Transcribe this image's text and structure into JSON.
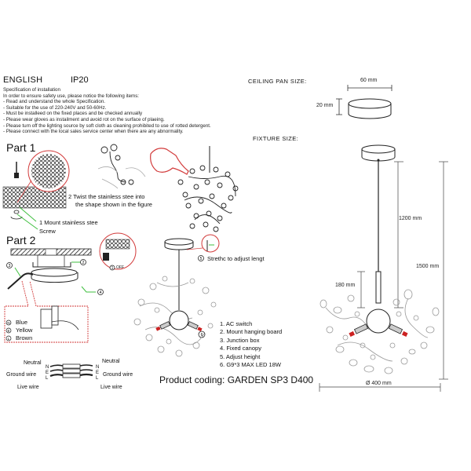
{
  "header": {
    "language": "ENGLISH",
    "ip_rating": "IP20"
  },
  "specification": {
    "title": "Specification of installation",
    "intro": "In order to ensure safety use, please notice the following items:",
    "items": [
      "- Read and understand the whole Specification.",
      "- Suitable for the use of 220-240V and 50-60Hz.",
      "- Must be installeed on the fixed places and be checked annually",
      "- Please wear gloves as instailment and avoid rot on the surface of plaeing.",
      "- Please turn off the lighting source by soft cloth as cleaning prohibited to use of rotted detergent.",
      "- Please connect with the local sales service center when there are any abnormality."
    ]
  },
  "ceiling_pan": {
    "heading": "CEILING PAN  SIZE:",
    "width": "60 mm",
    "height": "20 mm"
  },
  "fixture": {
    "heading": "FIXTURE SIZE:",
    "cable_length": "1200 mm",
    "total_height": "1500 mm",
    "rod_length": "180 mm",
    "diameter": "Ø 400 mm"
  },
  "part1": {
    "title": "Part 1",
    "step1": "1 Mount stainless stee",
    "step2_line1": "2 Twist  the  stainless  stee  into",
    "step2_line2": "the shape shown in the figure",
    "screw": "Screw"
  },
  "part2": {
    "title": "Part 2",
    "off_label": "OFF",
    "stretch": "Strethc to adjust lengt",
    "markers": [
      "1",
      "2",
      "3",
      "4",
      "5",
      "6"
    ],
    "wire_colors": [
      {
        "symbol": "N",
        "label": "Blue"
      },
      {
        "symbol": "E",
        "label": "Yellow"
      },
      {
        "symbol": "L",
        "label": "Brown"
      }
    ]
  },
  "wiring": {
    "left": [
      {
        "label": "Neutral",
        "code": "N"
      },
      {
        "label": "Ground wire",
        "code": "E"
      },
      {
        "label": "Live wire",
        "code": "L"
      }
    ],
    "right": [
      {
        "label": "Neutral",
        "code": "N"
      },
      {
        "label": "Ground wire",
        "code": "E"
      },
      {
        "label": "Live wire",
        "code": "L"
      }
    ]
  },
  "legend": [
    "1. AC switch",
    "2. Mount hanging board",
    "3. Junction box",
    "4. Fixed canopy",
    "5. Adjust height",
    "6. G9*3 MAX LED 18W"
  ],
  "product_code": "Product coding: GARDEN SP3 D400",
  "colors": {
    "callout_red": "#d23a3a",
    "leader_green": "#3fbf3f",
    "bulb_red": "#cc2222",
    "line": "#222222",
    "glass": "#9a9a9a"
  }
}
